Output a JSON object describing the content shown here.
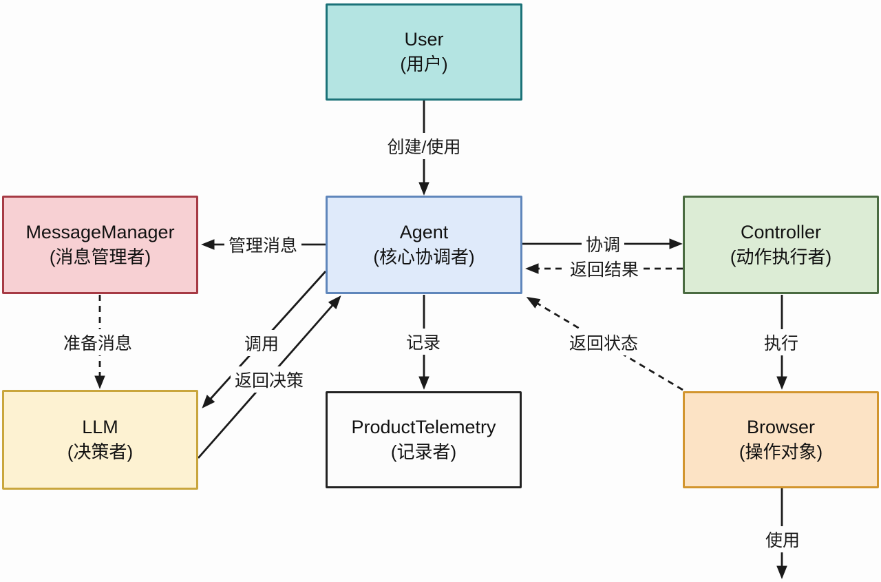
{
  "colors": {
    "edge": "#1a1a1a",
    "text": "#111111",
    "background": "#fdfdfd"
  },
  "nodes": {
    "user": {
      "title": "User",
      "subtitle": "(用户)",
      "fill": "#b4e4e2",
      "border": "#1b7278"
    },
    "agent": {
      "title": "Agent",
      "subtitle": "(核心协调者)",
      "fill": "#dfeafa",
      "border": "#5f86bb"
    },
    "message_manager": {
      "title": "MessageManager",
      "subtitle": "(消息管理者)",
      "fill": "#f7d0d3",
      "border": "#a63a44"
    },
    "controller": {
      "title": "Controller",
      "subtitle": "(动作执行者)",
      "fill": "#dcecd5",
      "border": "#4a6b41"
    },
    "llm": {
      "title": "LLM",
      "subtitle": "(决策者)",
      "fill": "#fdf2d2",
      "border": "#c9a63d"
    },
    "product_telemetry": {
      "title": "ProductTelemetry",
      "subtitle": "(记录者)",
      "fill": "#fcfcfc",
      "border": "#222222"
    },
    "browser": {
      "title": "Browser",
      "subtitle": "(操作对象)",
      "fill": "#fce3c5",
      "border": "#d2952e"
    }
  },
  "edges": {
    "create_use": {
      "label": "创建/使用",
      "from": "user",
      "to": "agent",
      "style": "solid"
    },
    "manage_messages": {
      "label": "管理消息",
      "from": "agent",
      "to": "message_manager",
      "style": "solid"
    },
    "prepare_messages": {
      "label": "准备消息",
      "from": "message_manager",
      "to": "llm",
      "style": "dashed"
    },
    "invoke": {
      "label": "调用",
      "from": "agent",
      "to": "llm",
      "style": "solid"
    },
    "return_decision": {
      "label": "返回决策",
      "from": "llm",
      "to": "agent",
      "style": "solid"
    },
    "record": {
      "label": "记录",
      "from": "agent",
      "to": "product_telemetry",
      "style": "solid"
    },
    "coordinate": {
      "label": "协调",
      "from": "agent",
      "to": "controller",
      "style": "solid"
    },
    "return_result": {
      "label": "返回结果",
      "from": "controller",
      "to": "agent",
      "style": "dashed"
    },
    "execute": {
      "label": "执行",
      "from": "controller",
      "to": "browser",
      "style": "solid"
    },
    "return_state": {
      "label": "返回状态",
      "from": "browser",
      "to": "agent",
      "style": "dashed"
    },
    "use": {
      "label": "使用",
      "from": "browser",
      "to": "outside-diagram",
      "style": "solid"
    }
  }
}
